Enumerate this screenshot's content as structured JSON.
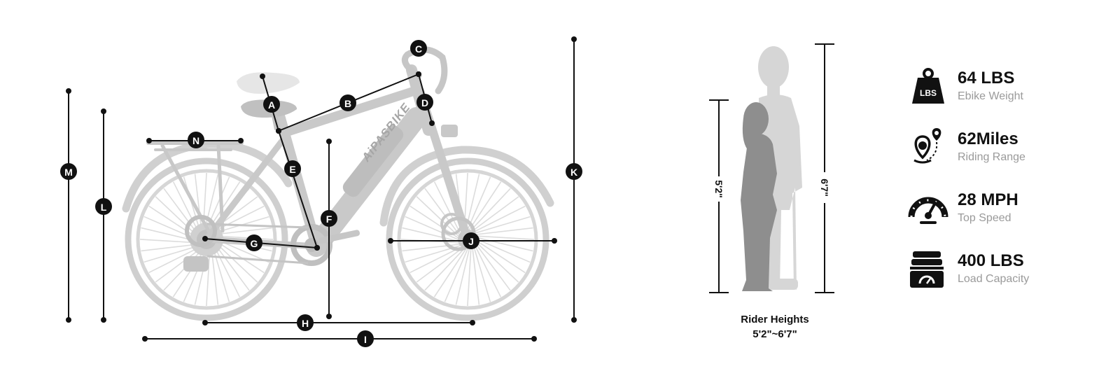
{
  "bike": {
    "brand": "AiPASBIKE",
    "dimension_labels": [
      "A",
      "B",
      "C",
      "D",
      "E",
      "F",
      "G",
      "H",
      "I",
      "J",
      "K",
      "L",
      "M",
      "N"
    ]
  },
  "rider": {
    "short_height": "5'2\"",
    "tall_height": "6'7\"",
    "caption_title": "Rider Heights",
    "caption_range": "5'2\"~6'7\""
  },
  "specs": [
    {
      "icon": "weight-icon",
      "badge": "LBS",
      "value": "64 LBS",
      "label": "Ebike Weight"
    },
    {
      "icon": "location-pin-icon",
      "value": "62Miles",
      "label": "Riding Range"
    },
    {
      "icon": "speedometer-icon",
      "value": "28 MPH",
      "label": "Top Speed"
    },
    {
      "icon": "cargo-scale-icon",
      "value": "400 LBS",
      "label": "Load Capacity"
    }
  ],
  "colors": {
    "bike_gray": "#cccccc",
    "bike_light": "#dcdcdc",
    "marker": "#111111",
    "short_figure": "#8e8e8e",
    "tall_figure": "#d6d6d6",
    "spec_label": "#9a9a9a"
  }
}
